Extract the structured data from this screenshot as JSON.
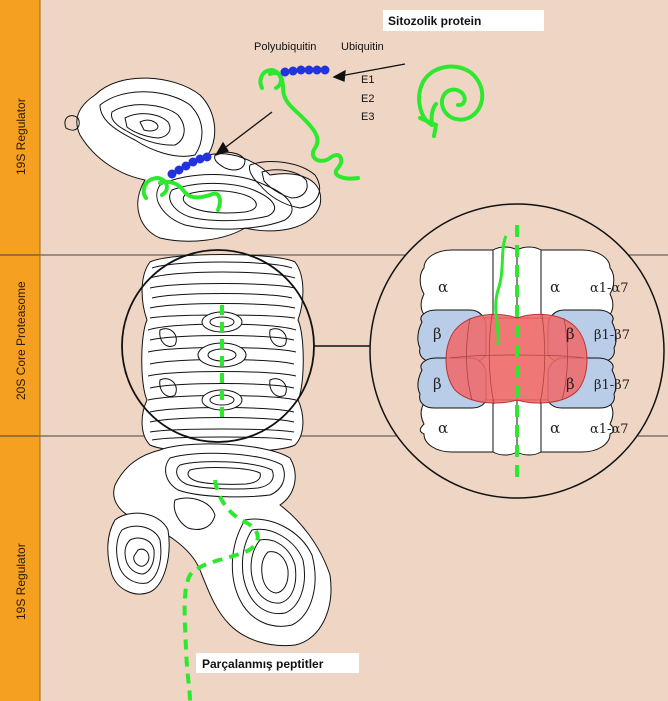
{
  "sidebar": {
    "sections": [
      {
        "label": "19S Regulator"
      },
      {
        "label": "20S Core Proteasome"
      },
      {
        "label": "19S Regulator"
      }
    ]
  },
  "labels": {
    "cytosolic_protein": "Sitozolik protein",
    "polyubiquitin": "Polyubiquitin",
    "ubiquitin": "Ubiquitin",
    "e1": "E1",
    "e2": "E2",
    "e3": "E3",
    "peptides": "Parçalanmış peptitler"
  },
  "core_detail": {
    "alpha": "α",
    "beta": "β",
    "rows": [
      "α1-α7",
      "β1-β7",
      "β1-β7",
      "α1-α7"
    ]
  },
  "colors": {
    "background": "#efd6c4",
    "sidebar": "#f5a020",
    "green": "#2ee82e",
    "ubiquitin_blue": "#2233dd",
    "beta_blue": "#b9cde8",
    "active_red": "#ef6a6a"
  }
}
